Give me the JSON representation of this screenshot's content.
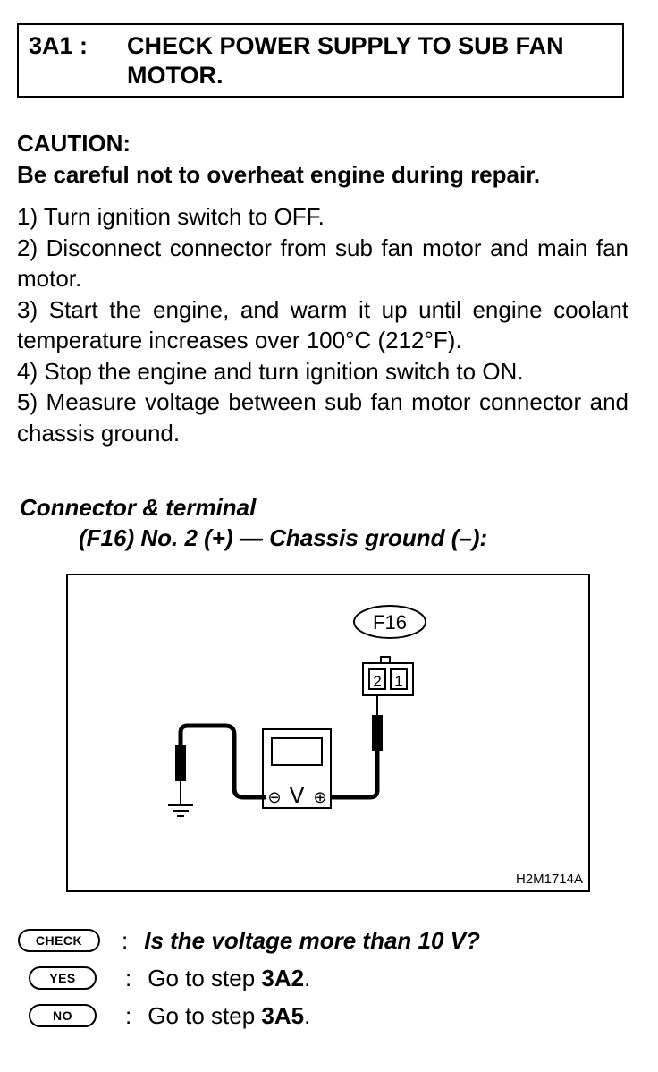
{
  "header": {
    "step_id": "3A1 :",
    "title": "CHECK POWER SUPPLY TO SUB FAN MOTOR."
  },
  "caution": {
    "label": "CAUTION:",
    "text": "Be careful not to overheat engine during repair."
  },
  "procedure": [
    "1)  Turn ignition switch to OFF.",
    "2)  Disconnect connector from sub fan motor and main fan motor.",
    "3)  Start the engine, and warm it up until engine coolant temperature increases over 100°C (212°F).",
    "4)  Stop the engine and turn ignition switch to ON.",
    "5)  Measure voltage between sub fan motor connector and chassis ground."
  ],
  "connector": {
    "label": "Connector & terminal",
    "detail": "(F16) No. 2 (+) — Chassis ground (–):"
  },
  "figure": {
    "connector_id": "F16",
    "pin_2": "2",
    "pin_1": "1",
    "meter_symbol": "V",
    "minus_symbol": "⊖",
    "plus_symbol": "⊕",
    "code": "H2M1714A"
  },
  "results": {
    "check_badge": "CHECK",
    "question": "Is the voltage more than 10 V?",
    "yes_badge": "YES",
    "yes_prefix": "Go to step ",
    "yes_step": "3A2",
    "yes_suffix": ".",
    "no_badge": "NO",
    "no_prefix": "Go to step ",
    "no_step": "3A5",
    "no_suffix": ".",
    "colon": ":"
  }
}
